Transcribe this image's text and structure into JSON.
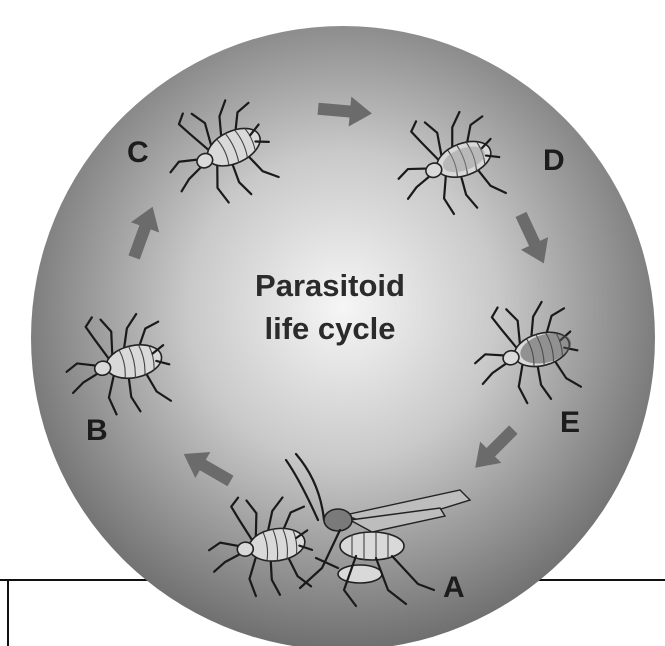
{
  "diagram": {
    "title_line1": "Parasitoid",
    "title_line2": "life cycle",
    "stages": [
      {
        "id": "A",
        "label": "A"
      },
      {
        "id": "B",
        "label": "B"
      },
      {
        "id": "C",
        "label": "C"
      },
      {
        "id": "D",
        "label": "D"
      },
      {
        "id": "E",
        "label": "E"
      }
    ],
    "colors": {
      "circle_center": "#f4f4f4",
      "circle_edge": "#777777",
      "arrow": "#6b6b6b",
      "text": "#1c1c1c"
    },
    "icons": [
      "aphid-icon",
      "parasitoid-wasp-icon",
      "cycle-arrow-icon"
    ]
  }
}
